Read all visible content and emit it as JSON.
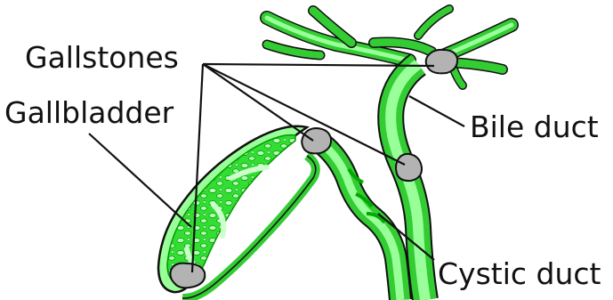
{
  "labels": {
    "gallstones": "Gallstones",
    "gallbladder": "Gallbladder",
    "bile_duct": "Bile duct",
    "cystic_duct": "Cystic duct"
  },
  "colors": {
    "duct_outer": "#33cc33",
    "duct_inner": "#99ff99",
    "bladder_dark": "#00cc00",
    "bladder_light": "#ccffcc",
    "stone": "#b3b3b3",
    "outline": "#111111"
  }
}
